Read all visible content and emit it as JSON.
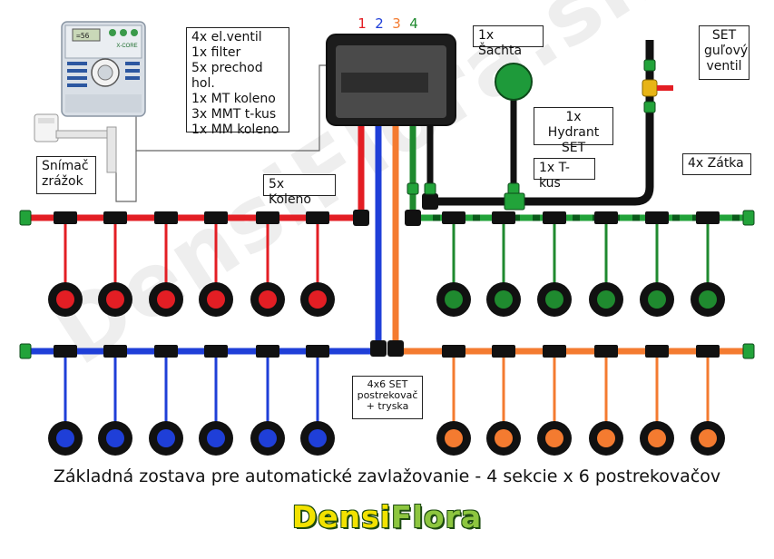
{
  "watermark": "DensiFlora.sk",
  "section_numbers": [
    {
      "text": "1",
      "color": "#e31e24"
    },
    {
      "text": "2",
      "color": "#1f3fd8"
    },
    {
      "text": "3",
      "color": "#f47b30"
    },
    {
      "text": "4",
      "color": "#1f8a2f"
    }
  ],
  "labels": {
    "controller_parts": "4x el.ventil\n1x filter\n5x prechod hol.\n1x MT koleno\n3x MMT t-kus\n1x MM koleno",
    "sachta": "1x Šachta",
    "ball_valve": "SET\nguľový\nventil",
    "hydrant": "1x Hydrant\nSET",
    "t_kus": "1x T-kus",
    "zatka": "4x Zátka",
    "koleno": "5x Koleno",
    "rain_sensor": "Snímač\nzrážok",
    "sprinkler_set": "4x6 SET\npostrekovač\n+ tryska"
  },
  "controller_brand": "X-CORE",
  "controller_display": "=56",
  "caption": "Základná zostava pre automatické zavlažovanie - 4 sekcie x 6 postrekovačov",
  "brand": {
    "first": "Densi",
    "second": "Flora"
  },
  "colors": {
    "red": "#e31e24",
    "blue": "#1f3fd8",
    "orange": "#f47b30",
    "green": "#1f8a2f",
    "fitting_green": "#22a33a",
    "pipe_black": "#111111"
  }
}
